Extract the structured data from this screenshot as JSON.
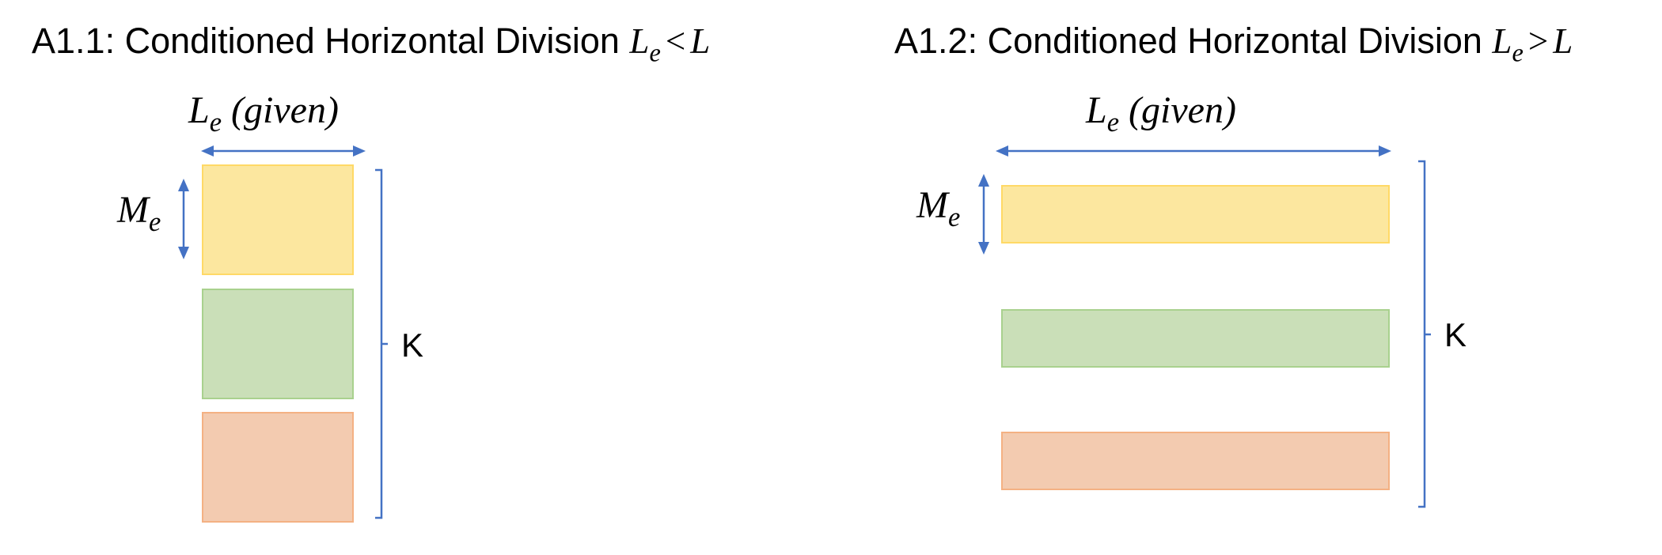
{
  "colors": {
    "arrow": "#4472c4",
    "block_yellow_fill": "#fce79f",
    "block_yellow_border": "#ffd966",
    "block_green_fill": "#cadfb8",
    "block_green_border": "#a9d18e",
    "block_orange_fill": "#f3cbb0",
    "block_orange_border": "#f4b183"
  },
  "panel_1": {
    "title_text": "A1.1: Conditioned Horizontal Division ",
    "title_math_var": "L",
    "title_math_sub": "e",
    "title_math_op": "<",
    "title_math_rhs": "L",
    "width_label_var": "L",
    "width_label_sub": "e",
    "width_label_note": " (given)",
    "height_label_var": "M",
    "height_label_sub": "e",
    "bracket_label": "K",
    "block_count": 3
  },
  "panel_2": {
    "title_text": "A1.2: Conditioned Horizontal Division ",
    "title_math_var": "L",
    "title_math_sub": "e",
    "title_math_op": ">",
    "title_math_rhs": "L",
    "width_label_var": "L",
    "width_label_sub": "e",
    "width_label_note": " (given)",
    "height_label_var": "M",
    "height_label_sub": "e",
    "bracket_label": "K",
    "block_count": 3
  }
}
